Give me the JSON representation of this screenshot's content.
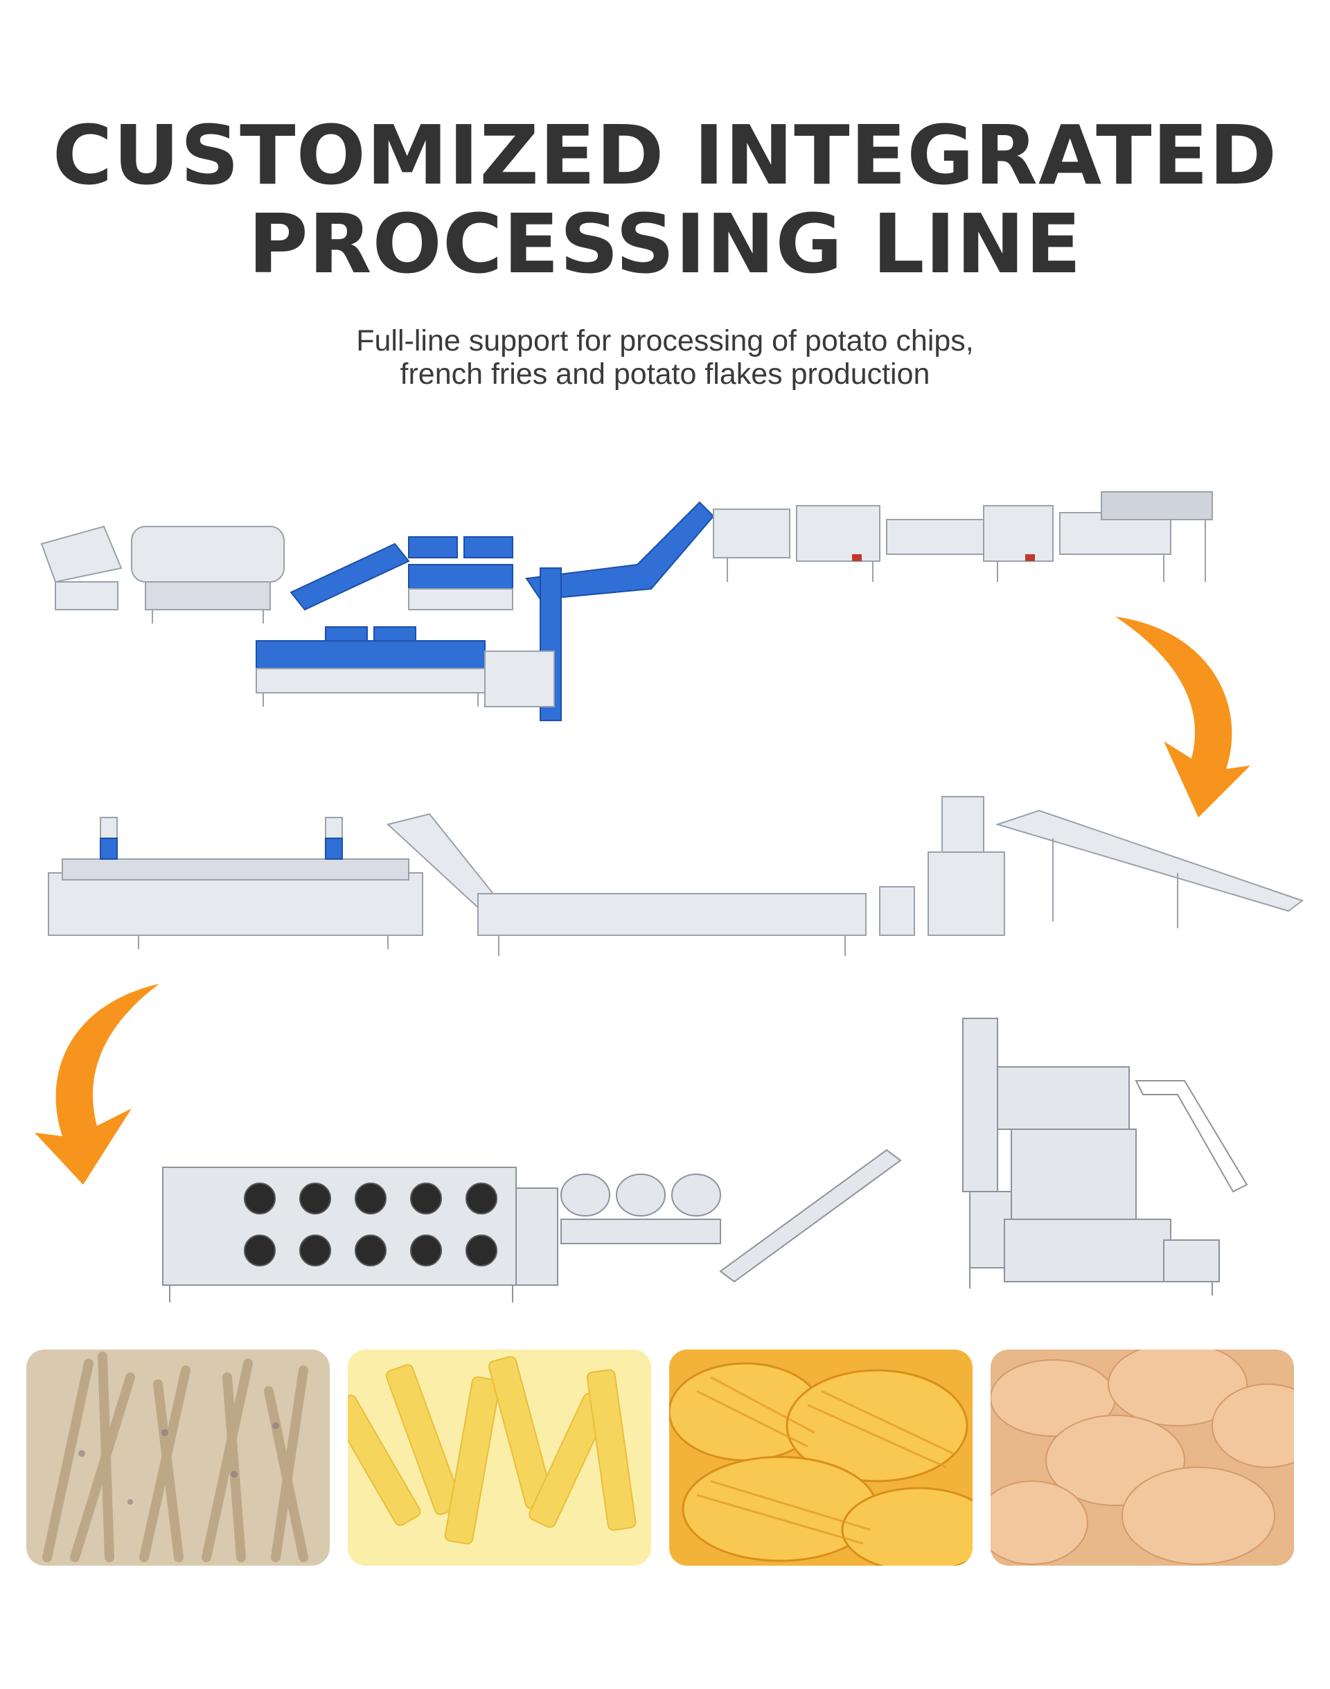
{
  "header": {
    "title_line1": "CUSTOMIZED INTEGRATED",
    "title_line2": "PROCESSING LINE",
    "subtitle_line1": "Full-line support for processing of potato chips,",
    "subtitle_line2": "french fries and potato flakes production"
  },
  "colors": {
    "title": "#333333",
    "machine_blue": "#2f6fd6",
    "steel": "#d9dde3",
    "arrow_orange": "#f7941d"
  },
  "icons": {
    "flow_arrow_1": "curved-arrow-down-icon",
    "flow_arrow_2": "curved-arrow-down-icon"
  }
}
